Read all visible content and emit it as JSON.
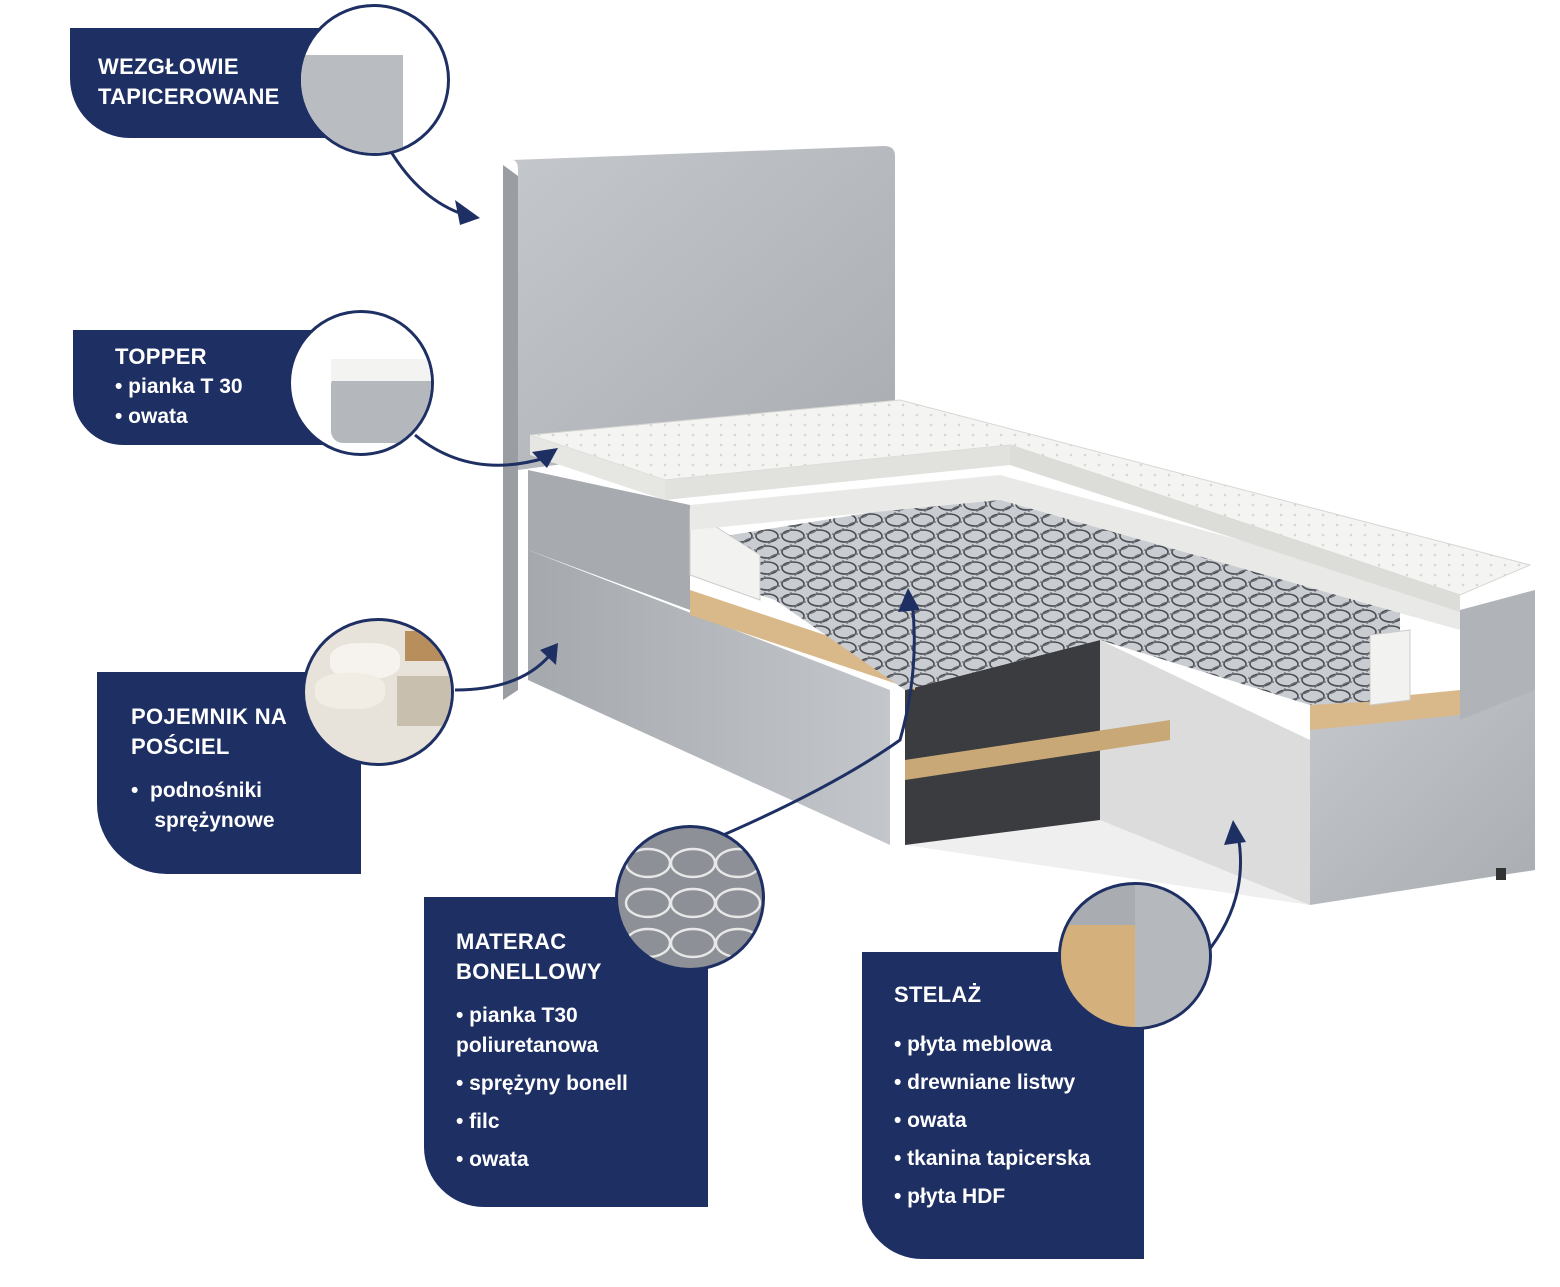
{
  "colors": {
    "navy": "#1e2f63",
    "fabric": "#b6b9bd",
    "fabric_dark": "#8e9296",
    "topper": "#f2f2f0",
    "wood": "#d9b98a",
    "interior": "#e9e9e9"
  },
  "callouts": {
    "headboard": {
      "title": "WEZGŁOWIE\nTAPICEROWANE",
      "items": []
    },
    "topper": {
      "title": "TOPPER",
      "items": [
        "• pianka T 30",
        "• owata"
      ]
    },
    "storage": {
      "title": "POJEMNIK NA\nPOŚCIEL",
      "items": [
        "•  podnośniki",
        "    sprężynowe"
      ]
    },
    "mattress": {
      "title": "MATERAC\nBONELLOWY",
      "items": [
        "• pianka T30",
        "poliuretanowa",
        "• sprężyny bonell",
        "• filc",
        "• owata"
      ]
    },
    "frame": {
      "title": "STELAŻ",
      "items": [
        "• płyta meblowa",
        "• drewniane listwy",
        "• owata",
        "• tkanina tapicerska",
        "• płyta HDF"
      ]
    }
  },
  "icons": {
    "headboard_circle": "fabric-swatch-icon",
    "topper_circle": "topper-swatch-icon",
    "storage_circle": "bedding-storage-icon",
    "mattress_circle": "springs-closeup-icon",
    "frame_circle": "frame-corner-icon"
  }
}
